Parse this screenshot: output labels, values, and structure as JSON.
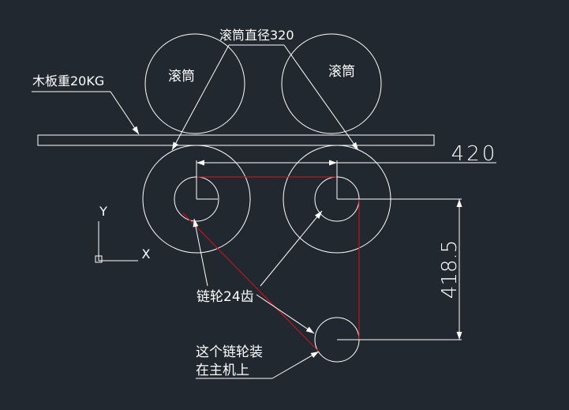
{
  "colors": {
    "background": "#212830",
    "line": "#ffffff",
    "chain": "#c0141c"
  },
  "labels": {
    "roller_left": "滚筒",
    "roller_right": "滚筒",
    "roller_diameter": "滚筒直径320",
    "board": "木板重20KG",
    "sprocket": "链轮24齿",
    "motor_note_line1": "这个链轮装",
    "motor_note_line2": "在主机上"
  },
  "dimensions": {
    "horizontal": "420",
    "vertical": "418.5"
  },
  "ucs": {
    "x_label": "X",
    "y_label": "Y"
  }
}
